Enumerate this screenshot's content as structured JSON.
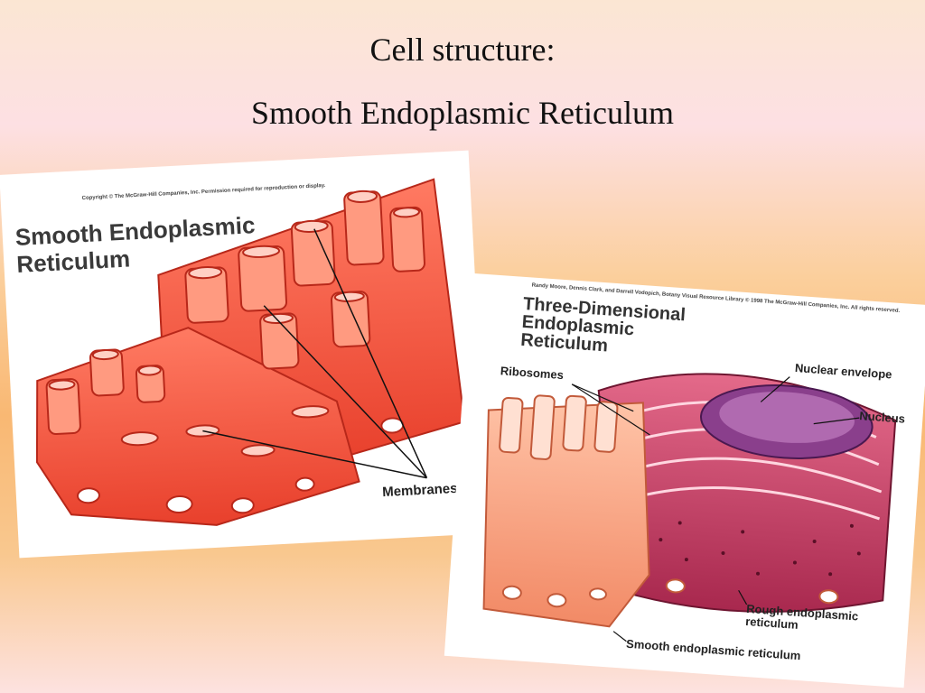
{
  "slide": {
    "title_line1": "Cell structure:",
    "title_line2": "Smooth Endoplasmic Reticulum"
  },
  "left_figure": {
    "copyright": "Copyright © The McGraw-Hill Companies, Inc. Permission required for reproduction or display.",
    "heading_line1": "Smooth Endoplasmic",
    "heading_line2": "Reticulum",
    "label_membranes": "Membranes",
    "colors": {
      "tubule": "#f2503a",
      "tubule_light": "#ff8a72",
      "outline": "#b8281a"
    }
  },
  "right_figure": {
    "credit": "Randy Moore, Dennis Clark, and Darrell Vodopich, Botany Visual Resource Library © 1998 The McGraw-Hill Companies, Inc. All rights reserved.",
    "heading_line1": "Three-Dimensional",
    "heading_line2": "Endoplasmic",
    "heading_line3": "Reticulum",
    "label_ribosomes": "Ribosomes",
    "label_nuclear_envelope": "Nuclear envelope",
    "label_nucleus": "Nucleus",
    "label_rough_er_line1": "Rough endoplasmic",
    "label_rough_er_line2": "reticulum",
    "label_smooth_er": "Smooth endoplasmic reticulum",
    "colors": {
      "smooth": "#f7a07d",
      "rough": "#c43a62",
      "nucleus": "#8a3f8c"
    }
  }
}
